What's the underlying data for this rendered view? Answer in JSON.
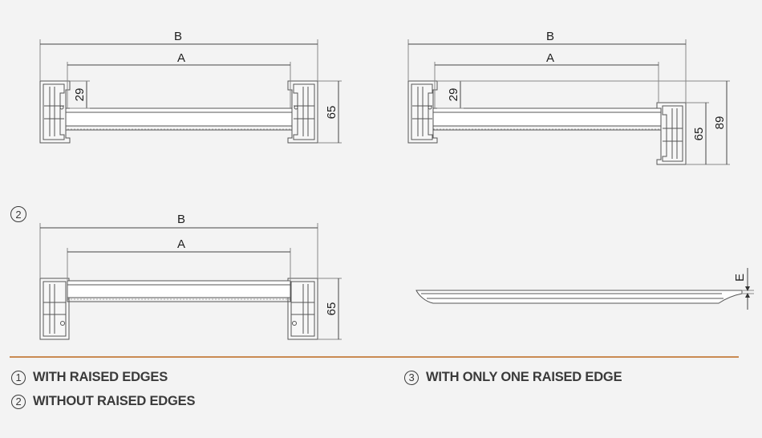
{
  "figure1": {
    "dim_b": "B",
    "dim_a": "A",
    "dim_inner": "29",
    "dim_height": "65"
  },
  "figure3": {
    "dim_b": "B",
    "dim_a": "A",
    "dim_inner": "29",
    "dim_height": "65",
    "dim_total": "89"
  },
  "figure2": {
    "marker": "2",
    "dim_b": "B",
    "dim_a": "A",
    "dim_height": "65"
  },
  "profile": {
    "dim_e": "E"
  },
  "legend": [
    {
      "num": "1",
      "label": "WITH RAISED EDGES"
    },
    {
      "num": "2",
      "label": "WITHOUT RAISED EDGES"
    },
    {
      "num": "3",
      "label": "WITH ONLY ONE RAISED EDGE"
    }
  ],
  "colors": {
    "line": "#555555",
    "divider": "#c98a52",
    "background": "#f3f3f3"
  }
}
